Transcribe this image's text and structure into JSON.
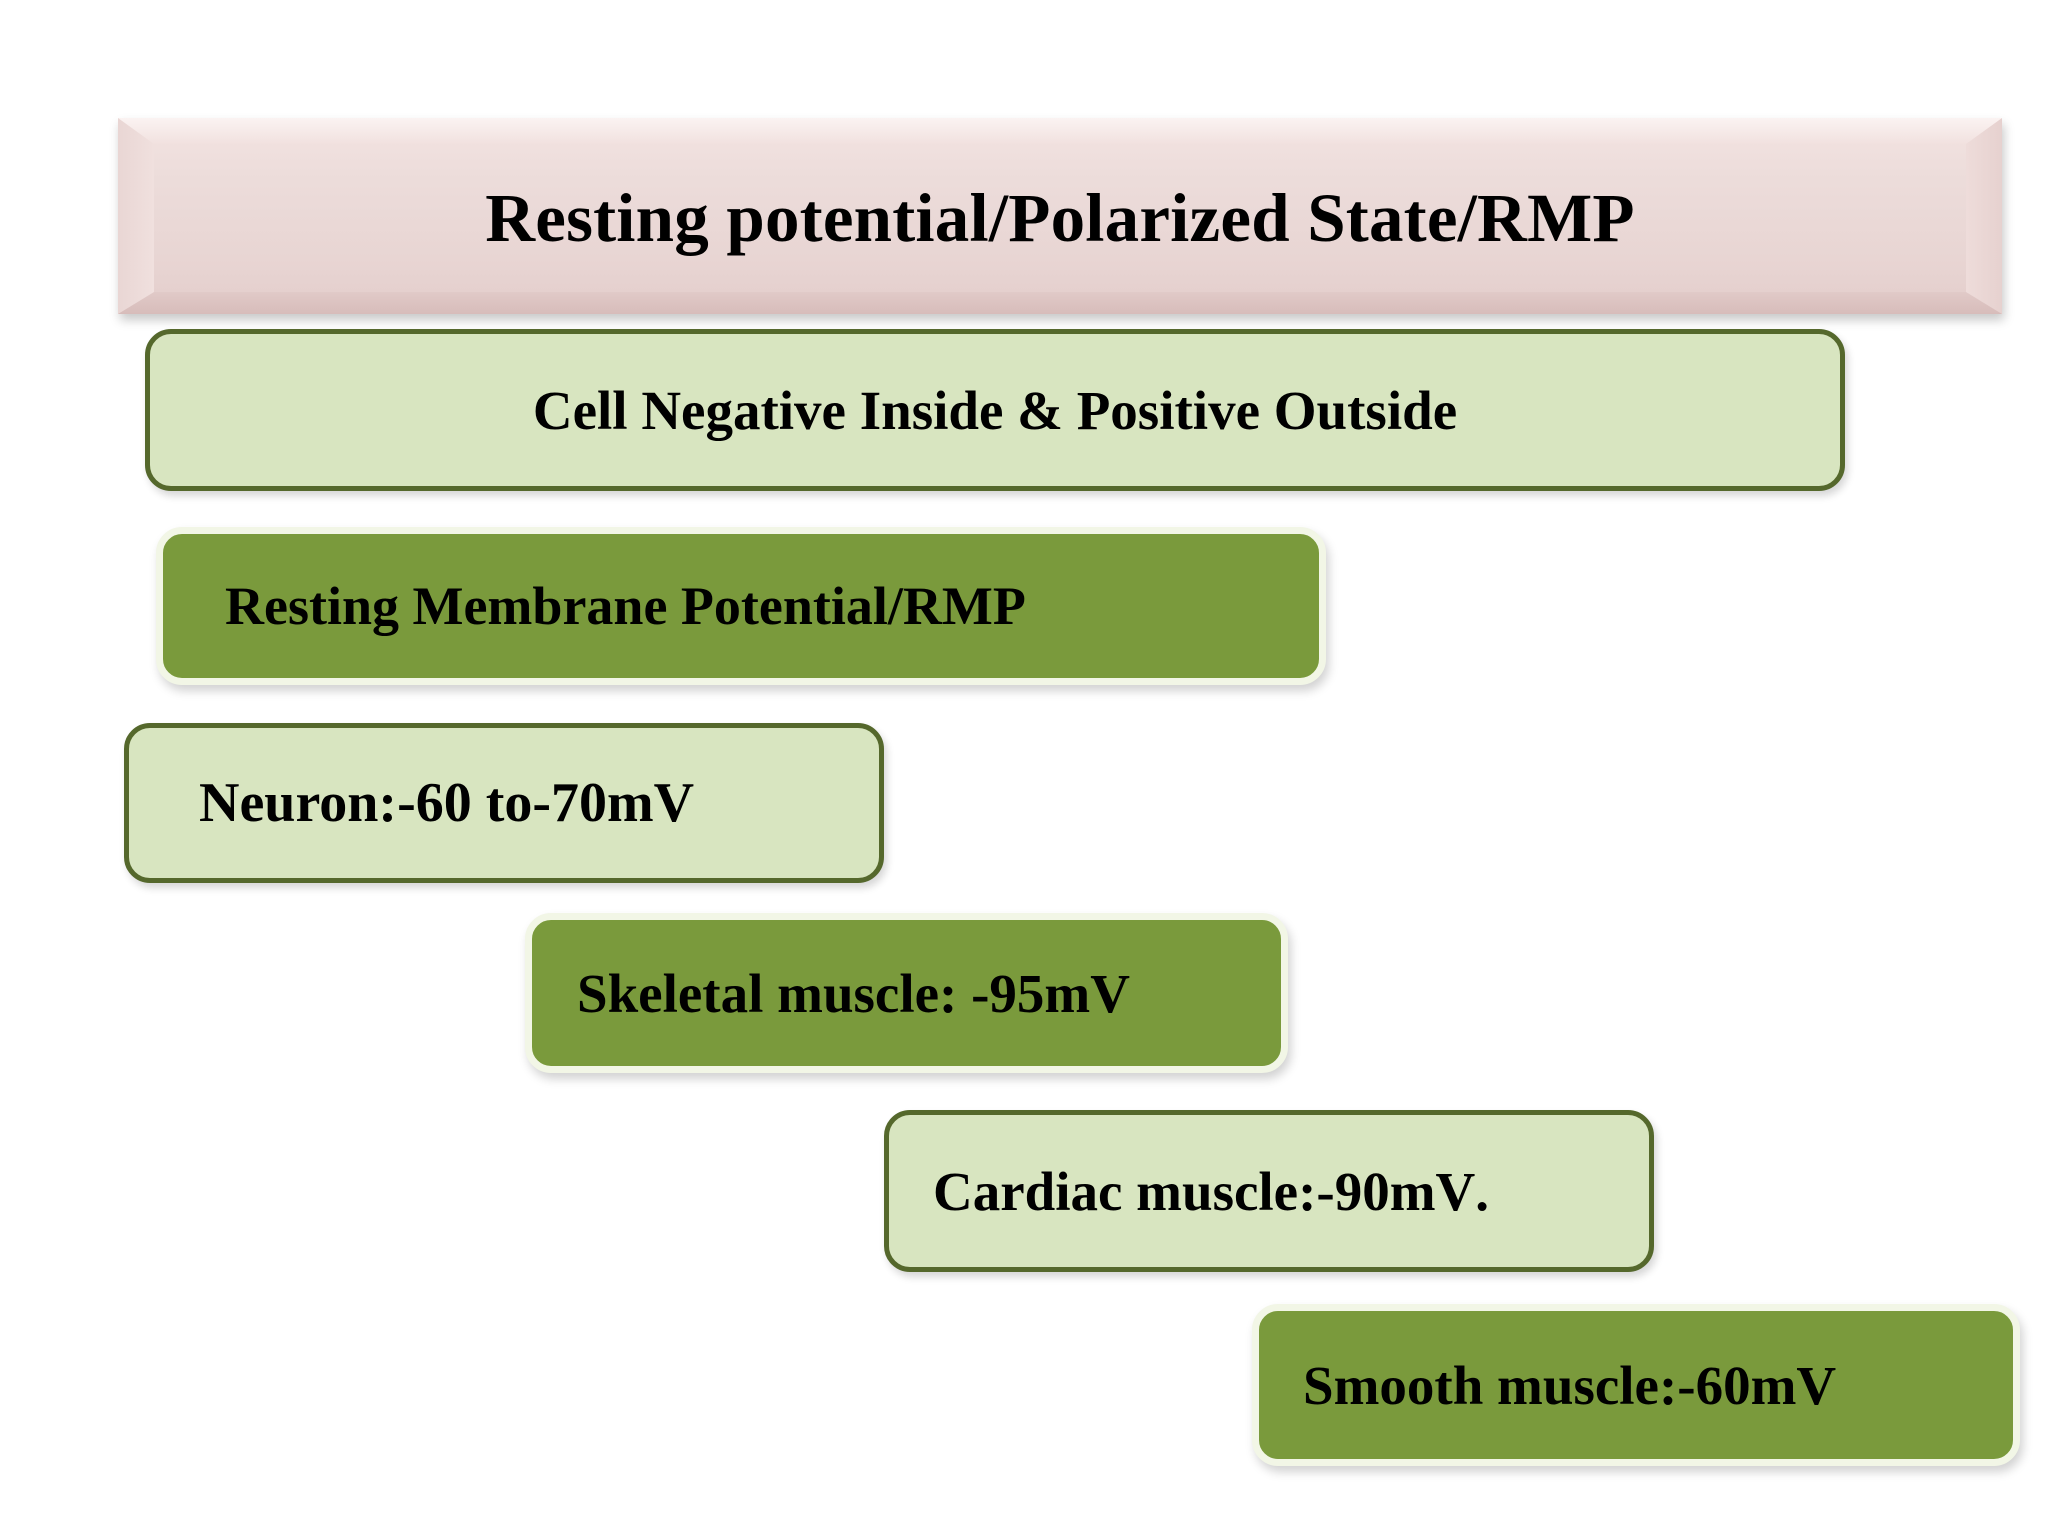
{
  "slide": {
    "background_color": "#ffffff",
    "title": {
      "text": "Resting potential/Polarized State/RMP",
      "fill_color": "#ecdcda",
      "text_color": "#000000"
    },
    "palette": {
      "pink_banner": "#ecdcda",
      "light_green_fill": "#d8e5c0",
      "light_green_border": "#55682c",
      "dark_green_fill": "#7a9a3c",
      "dark_green_border": "#f2f6e6",
      "text_color": "#000000"
    },
    "boxes": [
      {
        "id": "cell-polarity",
        "label": "Cell Negative Inside & Positive Outside",
        "style": "light"
      },
      {
        "id": "rmp",
        "label": "Resting Membrane Potential/RMP",
        "style": "dark"
      },
      {
        "id": "neuron",
        "label": "Neuron:-60 to-70mV",
        "style": "light"
      },
      {
        "id": "skeletal",
        "label": "Skeletal muscle: -95mV",
        "style": "dark"
      },
      {
        "id": "cardiac",
        "label": "Cardiac muscle:-90mV",
        "trailing_mark": ".",
        "style": "light"
      },
      {
        "id": "smooth",
        "label": "Smooth muscle:-60mV",
        "style": "dark"
      }
    ]
  }
}
